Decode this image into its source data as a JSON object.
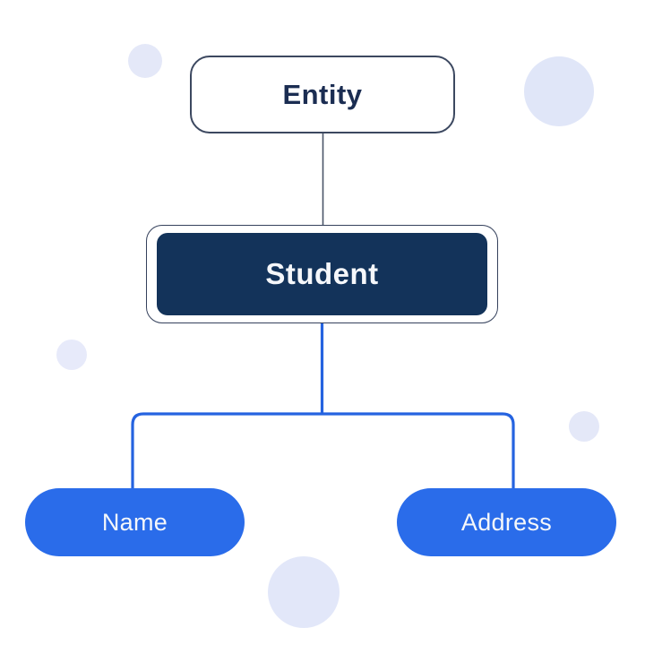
{
  "diagram": {
    "nodes": {
      "entity": {
        "label": "Entity"
      },
      "student": {
        "label": "Student"
      },
      "attributes": [
        {
          "label": "Name"
        },
        {
          "label": "Address"
        }
      ]
    },
    "colors": {
      "background": "#FFFFFF",
      "node_outline": "#3C4860",
      "entity_text": "#1B2D52",
      "student_fill": "#13335A",
      "student_text": "#F5F7FA",
      "attribute_fill": "#2A6CEA",
      "attribute_text": "#F5F7FA",
      "connector_dark": "#4A5568",
      "connector_blue": "#2563E0",
      "decorative_circle": "#E4E8F8"
    }
  }
}
